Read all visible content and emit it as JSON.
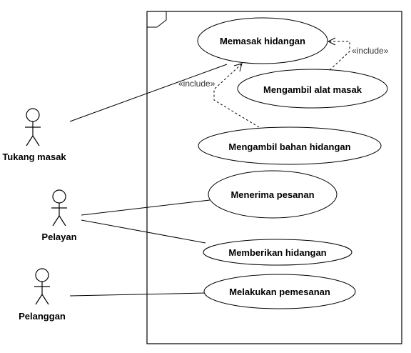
{
  "actors": [
    {
      "id": "tukang",
      "label": "Tukang masak"
    },
    {
      "id": "pelayan",
      "label": "Pelayan"
    },
    {
      "id": "pelanggan",
      "label": "Pelanggan"
    }
  ],
  "use_cases": [
    {
      "id": "memasak",
      "label": "Memasak hidangan"
    },
    {
      "id": "alat",
      "label": "Mengambil alat masak"
    },
    {
      "id": "bahan",
      "label": "Mengambil bahan hidangan"
    },
    {
      "id": "menerima",
      "label": "Menerima pesanan"
    },
    {
      "id": "memberikan",
      "label": "Memberikan hidangan"
    },
    {
      "id": "melakukan",
      "label": "Melakukan pemesanan"
    }
  ],
  "relations": [
    {
      "type": "association",
      "from": "tukang",
      "to": "memasak"
    },
    {
      "type": "association",
      "from": "pelayan",
      "to": "menerima"
    },
    {
      "type": "association",
      "from": "pelayan",
      "to": "memberikan"
    },
    {
      "type": "association",
      "from": "pelanggan",
      "to": "melakukan"
    },
    {
      "type": "include",
      "from": "alat",
      "to": "memasak",
      "label": "«include»"
    },
    {
      "type": "include",
      "from": "bahan",
      "to": "memasak",
      "label": "«include»"
    }
  ]
}
